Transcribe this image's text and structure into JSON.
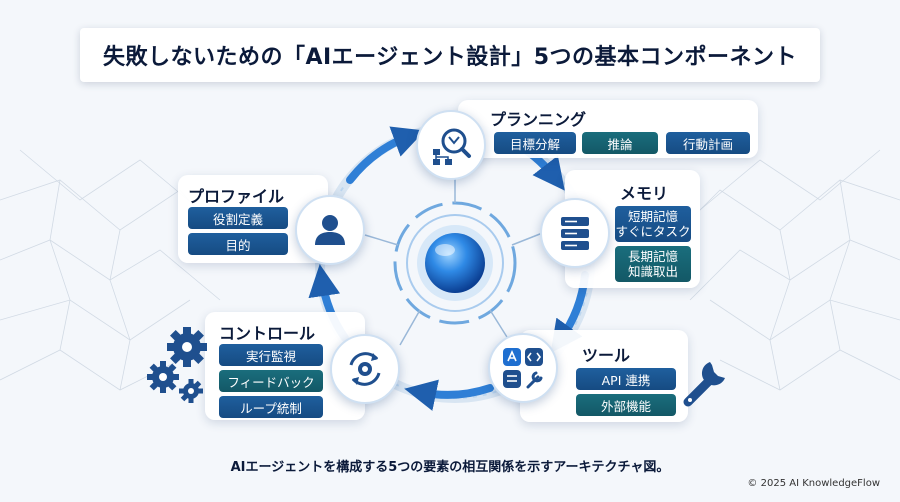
{
  "title": "失敗しないための「AIエージェント設計」5つの基本コンポーネント",
  "components": {
    "planning": {
      "title": "プランニング",
      "tags": [
        "目標分解",
        "推論",
        "行動計画"
      ]
    },
    "memory": {
      "title": "メモリ",
      "tags": [
        [
          "短期記憶",
          "すぐにタスク"
        ],
        [
          "長期記憶",
          "知識取出"
        ]
      ]
    },
    "tool": {
      "title": "ツール",
      "tags": [
        "API 連携",
        "外部機能"
      ]
    },
    "control": {
      "title": "コントロール",
      "tags": [
        "実行監視",
        "フィードバック",
        "ループ統制"
      ]
    },
    "profile": {
      "title": "プロファイル",
      "tags": [
        "役割定義",
        "目的"
      ]
    }
  },
  "icons": {
    "planning": "magnifier-flowchart-icon",
    "memory": "server-stack-icon",
    "tool": "app-tools-icon",
    "control": "refresh-gear-icon",
    "profile": "user-icon",
    "center": "ai-core-orb-icon",
    "gears": "gears-icon",
    "wrench": "wrench-icon"
  },
  "colors": {
    "blue": "#1f5f9e",
    "teal": "#1a6e7d",
    "accent": "#2f7fd6"
  },
  "caption": "AIエージェントを構成する5つの要素の相互関係を示すアーキテクチャ図。",
  "copyright": "© 2025 AI KnowledgeFlow"
}
